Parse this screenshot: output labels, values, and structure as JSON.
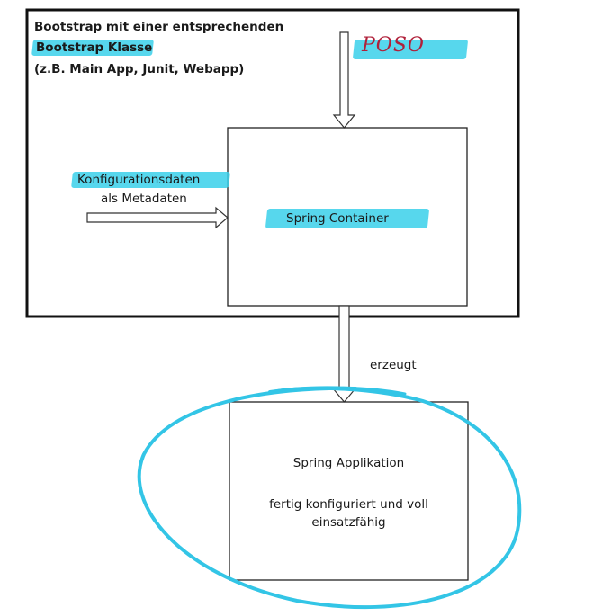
{
  "bootstrap": {
    "line1": "Bootstrap mit einer entsprechenden",
    "line2": "Bootstrap Klasse",
    "line3": "(z.B. Main App, Junit, Webapp)"
  },
  "poso_label": "POSO",
  "config": {
    "line1": "Konfigurationsdaten",
    "line2": "als Metadaten"
  },
  "container_label": "Spring Container",
  "creates_label": "erzeugt",
  "application": {
    "title": "Spring Applikation",
    "desc_line1": "fertig konfiguriert und voll",
    "desc_line2": "einsatzfähig"
  },
  "colors": {
    "highlight": "#3ad0ea",
    "circle": "#33c5e6",
    "handwriting": "#b0203a"
  }
}
